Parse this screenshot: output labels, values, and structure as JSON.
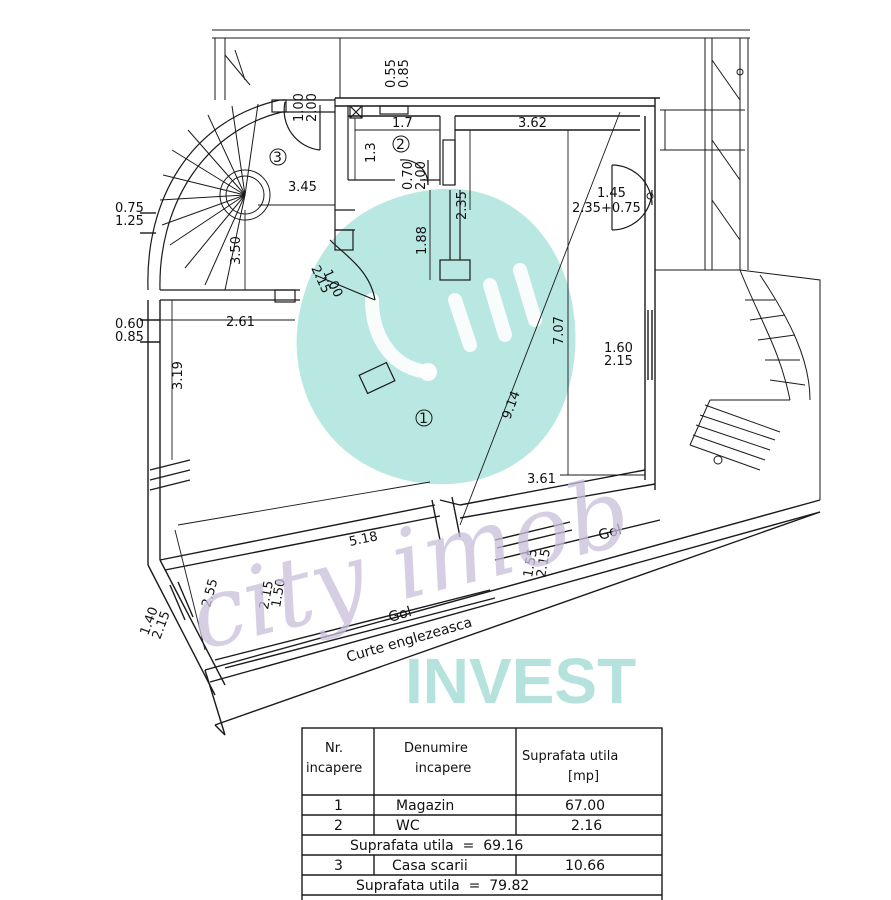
{
  "dimensions": {
    "d345": "3.45",
    "d350": "3.50",
    "d100a": "1.00",
    "d200a": "2.00",
    "d055": "0.55",
    "d085a": "0.85",
    "d17": "1.7",
    "d13": "1.3",
    "d362": "3.62",
    "d070": "0.70",
    "d200b": "2.00",
    "d235": "2.35",
    "d188": "1.88",
    "d145": "1.45",
    "d235b": "2.35+0.75",
    "d075": "0.75",
    "d125": "1.25",
    "d100b": "1.00",
    "d215a": "2.15",
    "d060": "0.60",
    "d085b": "0.85",
    "d261": "2.61",
    "d319": "3.19",
    "d707": "7.07",
    "d160": "1.60",
    "d215b": "2.15",
    "d914": "9.14",
    "d361": "3.61",
    "d518": "5.18",
    "d255": "2.55",
    "d215c": "2.15",
    "d150a": "1.50",
    "d155": "1.55",
    "d215d": "2.15",
    "d140": "1.40",
    "d215e": "2.15"
  },
  "rooms": {
    "r1": "1",
    "r2": "2",
    "r3": "3"
  },
  "labels": {
    "gol_left": "Gol",
    "gol_right": "Gol",
    "curte": "Curte englezeasca"
  },
  "watermark": {
    "script": "city imob",
    "block": "INVEST"
  },
  "table": {
    "headers": {
      "nr_line1": "Nr.",
      "nr_line2": "incapere",
      "den_line1": "Denumire",
      "den_line2": "incapere",
      "sup_line1": "Suprafata utila",
      "sup_line2": "[mp]"
    },
    "rows": [
      {
        "nr": "1",
        "name": "Magazin",
        "area": "67.00"
      },
      {
        "nr": "2",
        "name": "WC",
        "area": "2.16"
      }
    ],
    "subtotal1": "Suprafata utila  =  69.16",
    "row3": {
      "nr": "3",
      "name": "Casa scarii",
      "area": "10.66"
    },
    "subtotal2": "Suprafata utila  =  79.82"
  },
  "colors": {
    "line": "#1a1a1a",
    "watermark_teal": "#a9ddd7",
    "watermark_violet": "#c9bfdc"
  }
}
